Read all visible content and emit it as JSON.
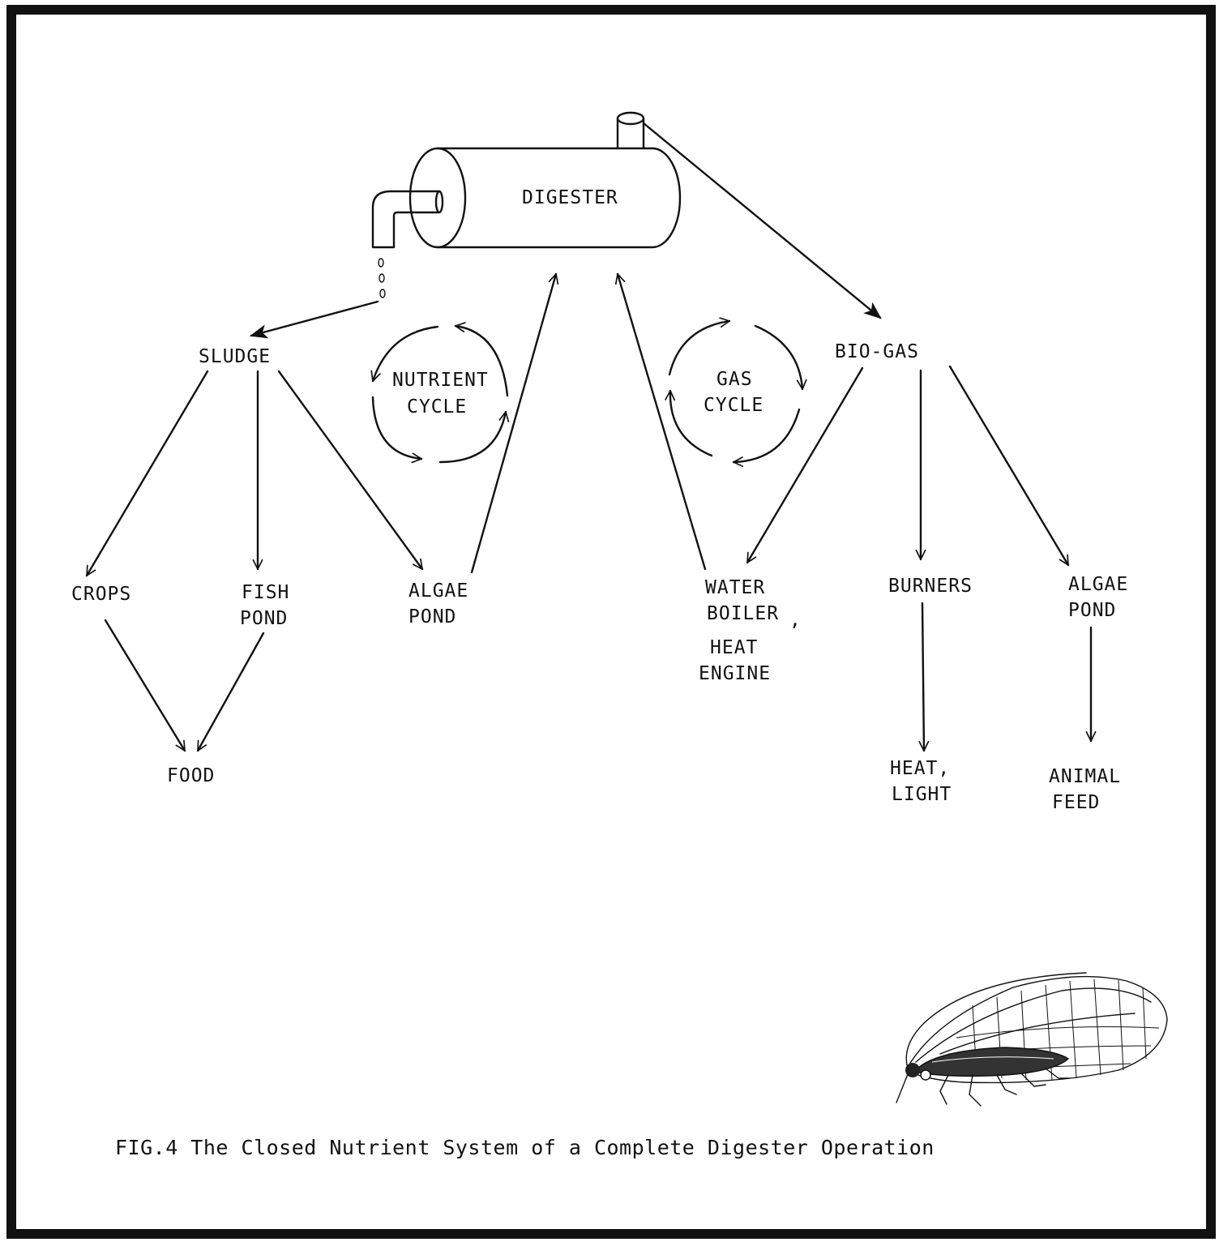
{
  "labels": {
    "digester": "DIGESTER",
    "sludge": "SLUDGE",
    "bio_gas": "BIO-GAS",
    "nutrient_cycle": [
      "NUTRIENT",
      "CYCLE"
    ],
    "gas_cycle": [
      "GAS",
      "CYCLE"
    ],
    "crops": "CROPS",
    "fish_pond": [
      "FISH",
      "POND"
    ],
    "algae_pond_left": [
      "ALGAE",
      "POND"
    ],
    "water_boiler": [
      "WATER",
      "BOILER",
      ",",
      "HEAT",
      "ENGINE"
    ],
    "burners": "BURNERS",
    "algae_pond_right": [
      "ALGAE",
      "POND"
    ],
    "food": "FOOD",
    "heat_light": [
      "HEAT,",
      "LIGHT"
    ],
    "animal_feed": [
      "ANIMAL",
      "FEED"
    ]
  },
  "caption": "FIG.4  The Closed Nutrient System of a Complete Digester Operation",
  "illustration": "lacewing-insect"
}
